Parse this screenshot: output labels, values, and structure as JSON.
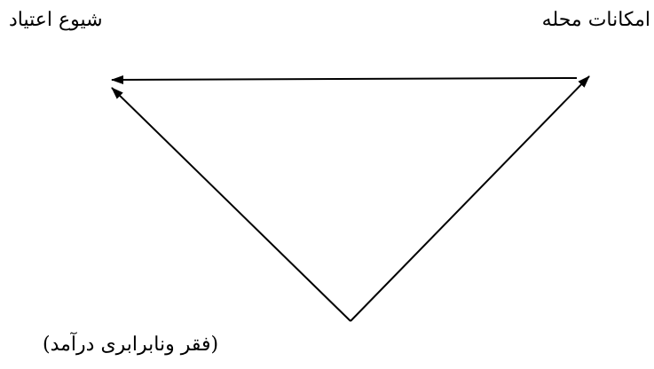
{
  "diagram": {
    "nodes": {
      "top_left": {
        "label": "شیوع اعتیاد"
      },
      "top_right": {
        "label": "امکانات محله"
      },
      "bottom": {
        "label": "(فقر ونابرابری درآمد)"
      }
    },
    "edges": [
      {
        "from": "top_right",
        "to": "top_left"
      },
      {
        "from": "bottom",
        "to": "top_left"
      },
      {
        "from": "bottom",
        "to": "top_right"
      }
    ],
    "colors": {
      "line": "#000000",
      "text": "#000000",
      "background": "#ffffff"
    }
  }
}
